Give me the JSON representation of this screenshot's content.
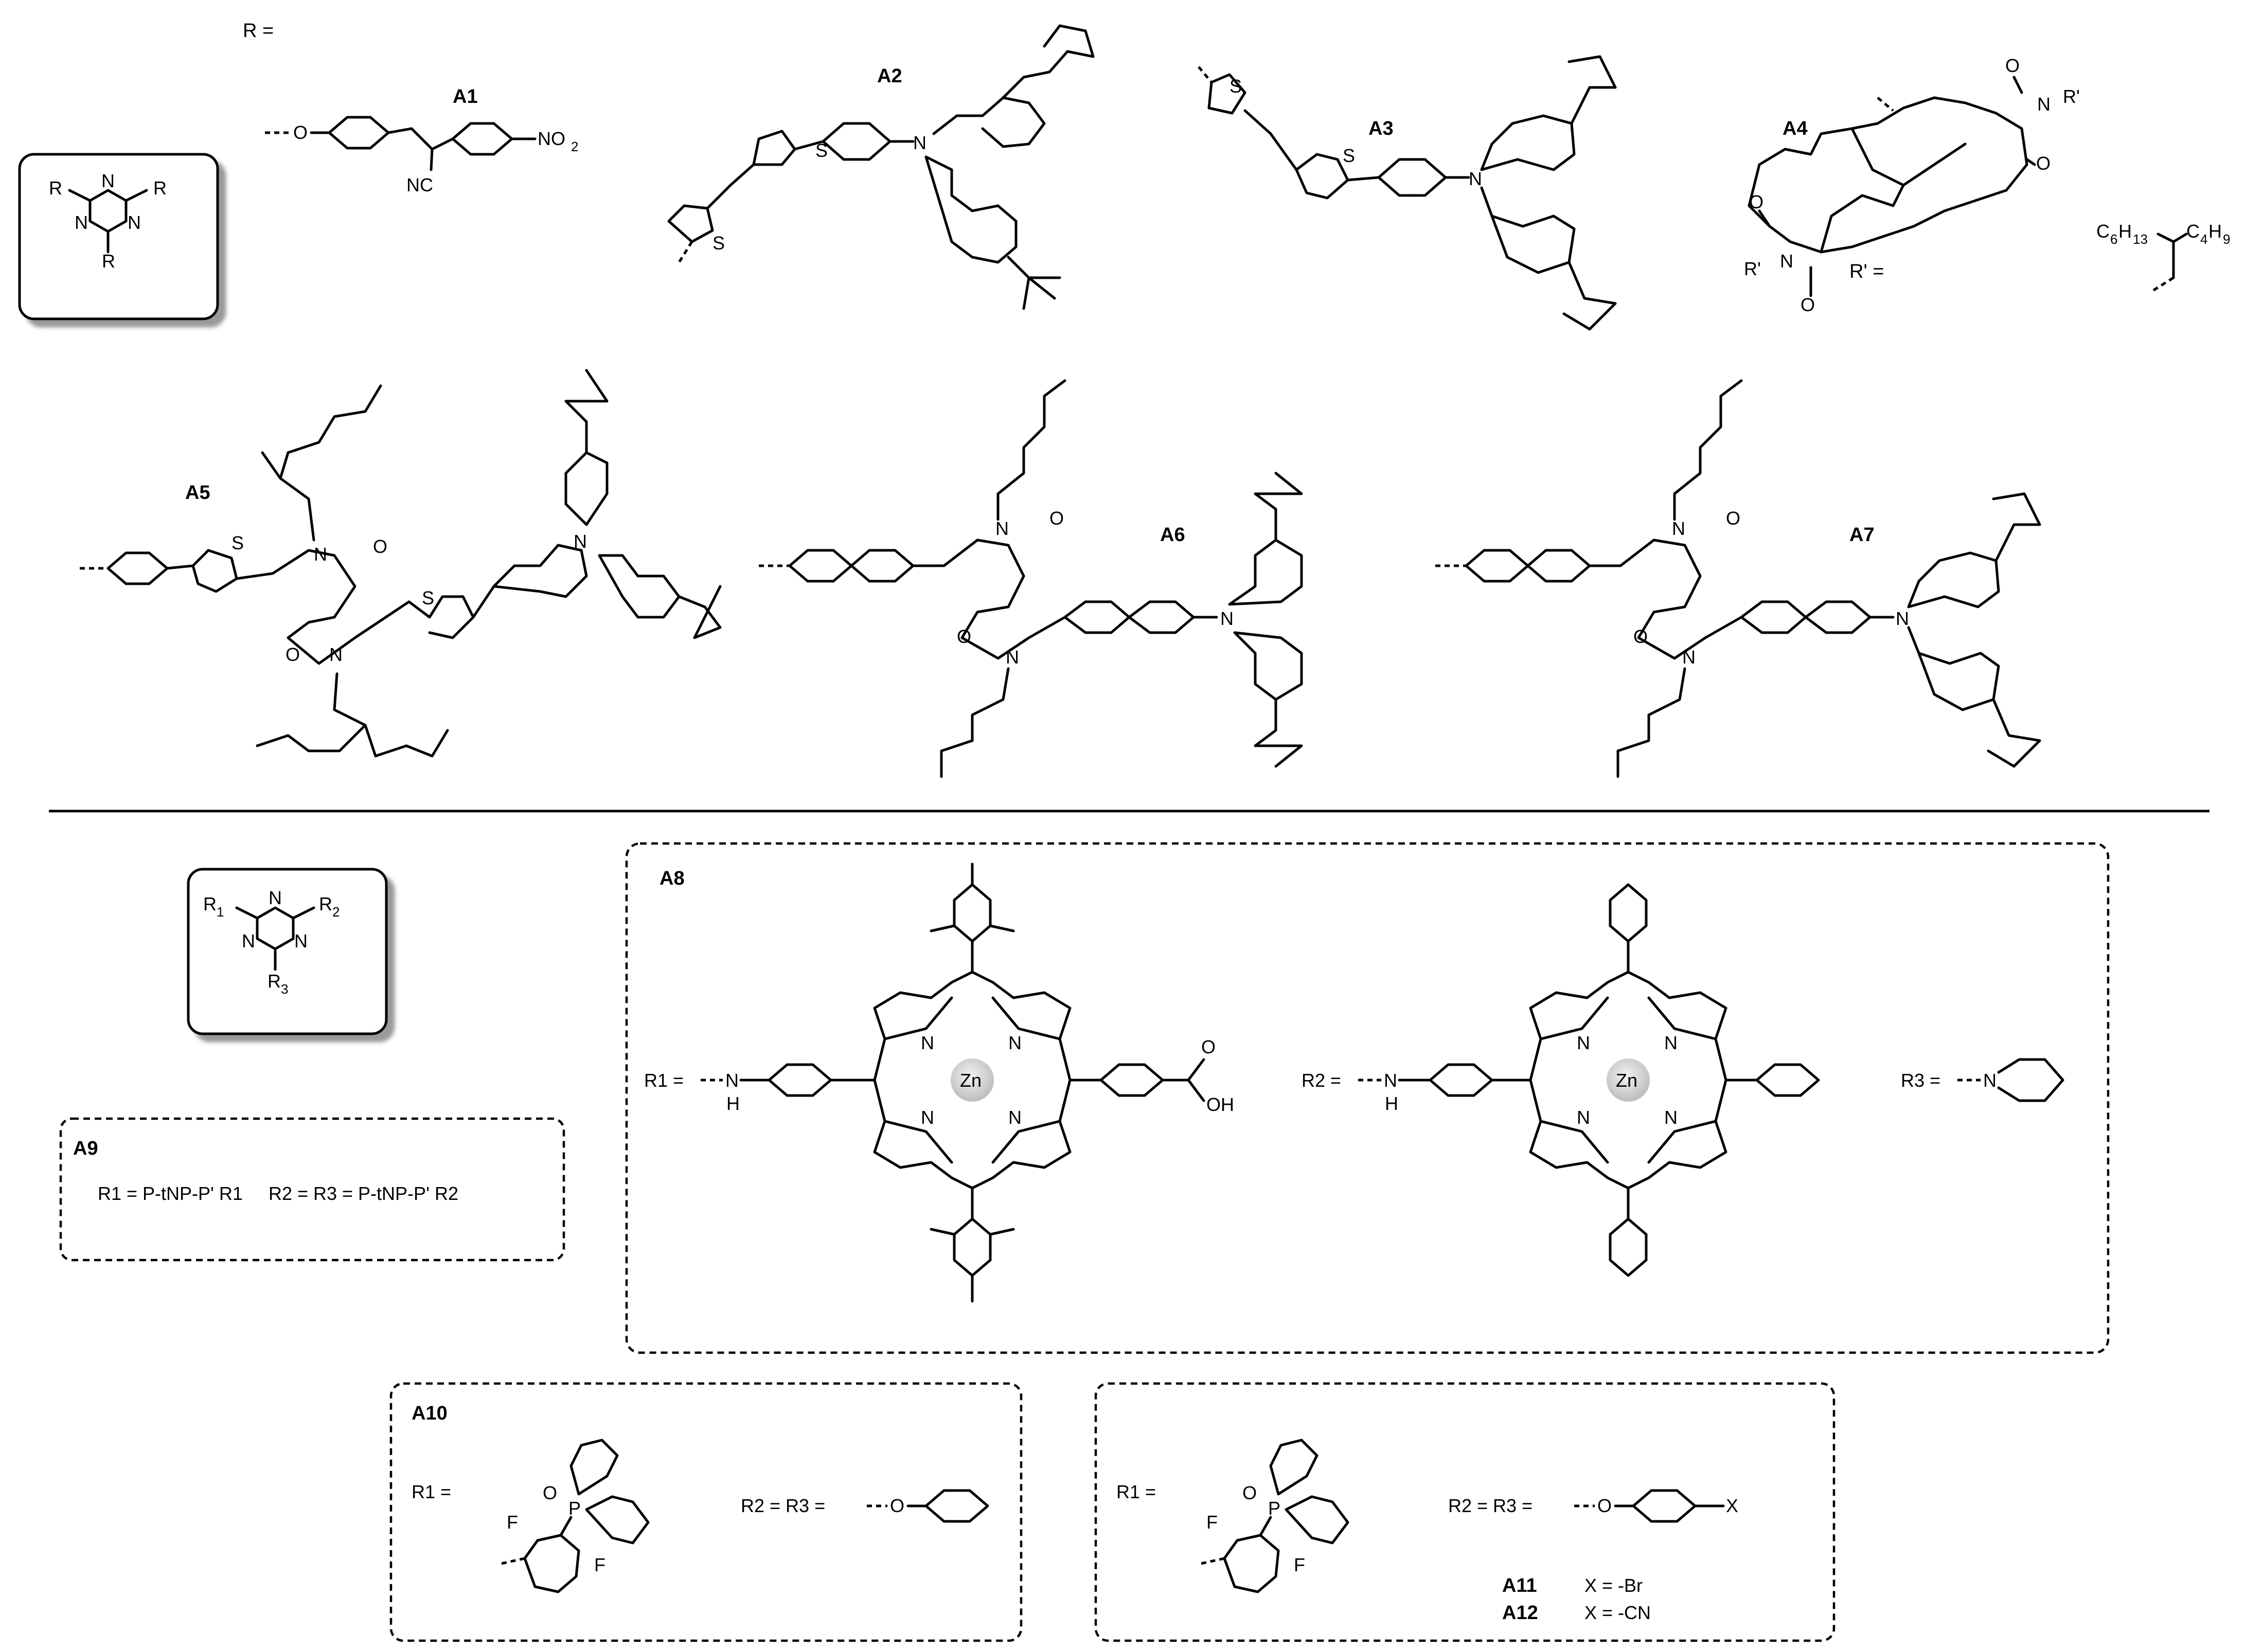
{
  "figure": {
    "top": {
      "r_equals": "R =",
      "A1": {
        "label": "A1",
        "o": "O",
        "nc": "NC",
        "no2": "NO",
        "no2_sub": "2"
      },
      "A2": {
        "label": "A2",
        "s": "S",
        "n": "N"
      },
      "A3": {
        "label": "A3",
        "s": "S",
        "n": "N"
      },
      "A4": {
        "label": "A4",
        "o": "O",
        "n": "N",
        "rprime": "R'",
        "r_prime_equals": "R' =",
        "c6": "C",
        "c6_sub": "6",
        "h13": "H",
        "h13_sub": "13",
        "c4": "C",
        "c4_sub": "4",
        "h9": "H",
        "h9_sub": "9"
      },
      "A5": {
        "label": "A5",
        "s": "S",
        "n": "N",
        "o": "O"
      },
      "A6": {
        "label": "A6",
        "n": "N",
        "o": "O"
      },
      "A7": {
        "label": "A7",
        "n": "N",
        "o": "O"
      },
      "core": {
        "r": "R",
        "n": "N"
      }
    },
    "bottom": {
      "core2": {
        "r": "R",
        "n": "N",
        "sub1": "1",
        "sub2": "2",
        "sub3": "3"
      },
      "A9": {
        "label": "A9",
        "line": "R1 = P-tNP-P' R1     R2 = R3 = P-tNP-P' R2"
      },
      "A8": {
        "label": "A8",
        "r1": "R1 =",
        "r2": "R2 =",
        "r3": "R3 =",
        "nh_n": "N",
        "nh_h": "H",
        "zn": "Zn",
        "n": "N",
        "o": "O",
        "oh": "OH"
      },
      "A10": {
        "label": "A10",
        "r1": "R1 =",
        "r2r3": "R2 = R3 =",
        "f": "F",
        "o": "O",
        "p": "P"
      },
      "A11A12": {
        "r1": "R1 =",
        "r2r3": "R2 = R3 =",
        "f": "F",
        "o": "O",
        "p": "P",
        "x": "X",
        "a11": "A11",
        "a11_val": "X = -Br",
        "a12": "A12",
        "a12_val": "X = -CN"
      }
    }
  }
}
